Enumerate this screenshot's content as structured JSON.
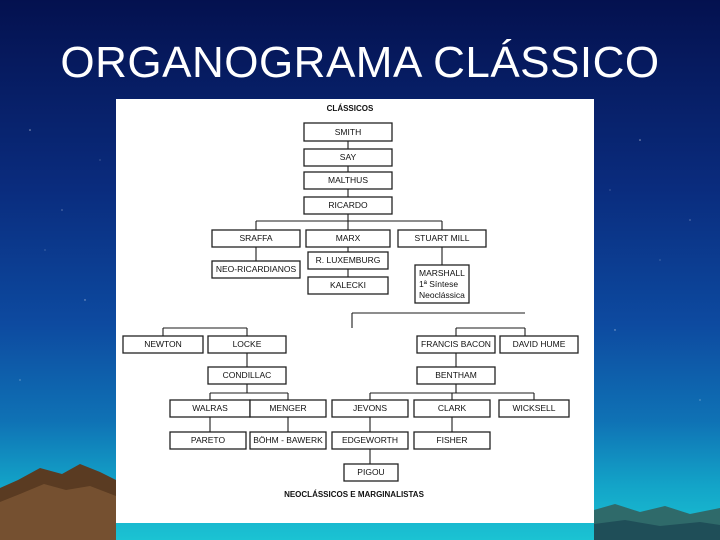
{
  "slide": {
    "title": "ORGANOGRAMA CLÁSSICO"
  },
  "diagram": {
    "top_caption": "CLÁSSICOS",
    "bottom_caption": "NEOCLÁSSICOS E MARGINALISTAS",
    "nodes": {
      "smith": "SMITH",
      "say": "SAY",
      "malthus": "MALTHUS",
      "ricardo": "RICARDO",
      "sraffa": "SRAFFA",
      "marx": "MARX",
      "stuart_mill": "STUART MILL",
      "neo_ricardianos": "NEO-RICARDIANOS",
      "luxemburg": "R. LUXEMBURG",
      "kalecki": "KALECKI",
      "marshall": [
        "MARSHALL",
        "1ª Síntese",
        "Neoclássica"
      ],
      "newton": "NEWTON",
      "locke": "LOCKE",
      "francis_bacon": "FRANCIS BACON",
      "david_hume": "DAVID HUME",
      "condillac": "CONDILLAC",
      "bentham": "BENTHAM",
      "walras": "WALRAS",
      "menger": "MENGER",
      "jevons": "JEVONS",
      "clark": "CLARK",
      "wicksell": "WICKSELL",
      "pareto": "PARETO",
      "bohm_bawerk": "BÖHM - BAWERK",
      "edgeworth": "EDGEWORTH",
      "fisher": "FISHER",
      "pigou": "PIGOU"
    }
  }
}
